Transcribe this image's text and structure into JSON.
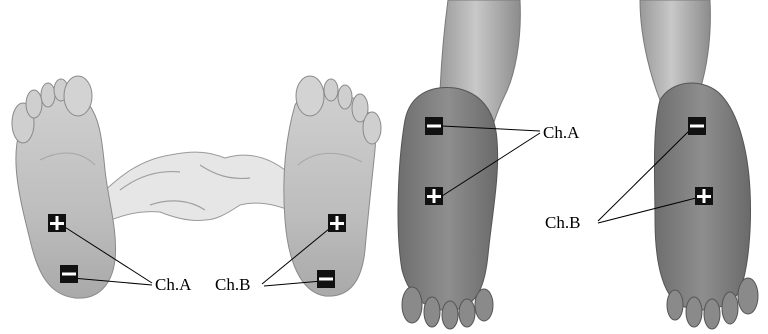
{
  "labels": {
    "channel_a": "Ch.A",
    "channel_b": "Ch.B"
  },
  "electrode_symbols": {
    "positive": "+",
    "negative": "−"
  },
  "colors": {
    "foot_light": "#d4d4d4",
    "foot_mid": "#bdbdbd",
    "foot_dark": "#8a8a8a",
    "foot_shadow": "#6f6f6f",
    "line": "#000000",
    "electrode_bg": "#111111",
    "electrode_mark": "#ffffff"
  },
  "panels": [
    {
      "name": "plantar-view",
      "description_shown": false
    },
    {
      "name": "dorsal-view",
      "description_shown": false
    }
  ]
}
